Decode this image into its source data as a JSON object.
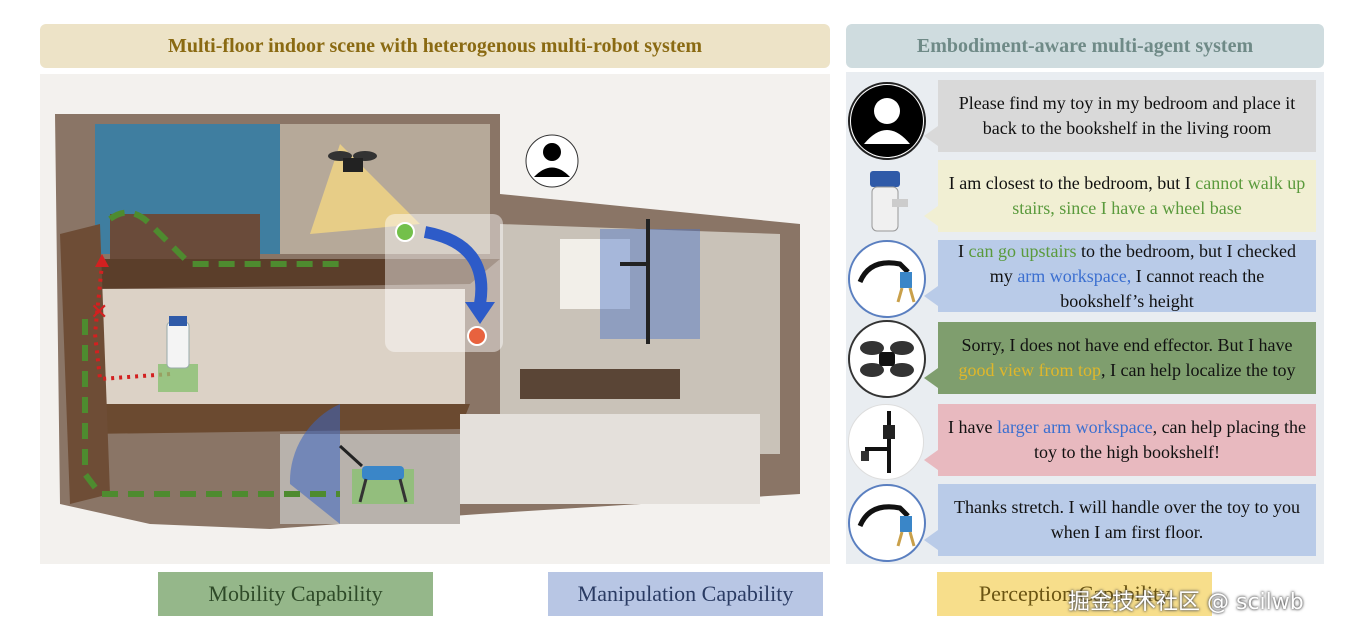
{
  "headers": {
    "left": "Multi-floor indoor scene with heterogenous multi-robot system",
    "right": "Embodiment-aware multi-agent system"
  },
  "messages": [
    {
      "speaker_icon": "user-icon",
      "bg": "#d9d9d9",
      "parts": [
        {
          "t": "Please find my toy in my bedroom and place it back to the bookshelf in the living room",
          "c": ""
        }
      ]
    },
    {
      "speaker_icon": "mobile-manipulator-robot-icon",
      "bg": "#f1efd3",
      "parts": [
        {
          "t": "I am closest to the bedroom, but I ",
          "c": ""
        },
        {
          "t": "cannot walk up stairs, since I have a wheel base",
          "c": "green"
        }
      ]
    },
    {
      "speaker_icon": "quadruped-arm-robot-icon",
      "bg": "#b9cbe8",
      "parts": [
        {
          "t": "I ",
          "c": ""
        },
        {
          "t": "can go upstairs",
          "c": "green"
        },
        {
          "t": " to the bedroom, but I checked my ",
          "c": ""
        },
        {
          "t": "arm workspace,",
          "c": "blue"
        },
        {
          "t": " I cannot reach the bookshelf’s height",
          "c": ""
        }
      ]
    },
    {
      "speaker_icon": "drone-icon",
      "bg": "#7f9e6e",
      "parts": [
        {
          "t": "Sorry, I does not have end effector. But I have ",
          "c": ""
        },
        {
          "t": "good view from top",
          "c": "yellow"
        },
        {
          "t": ", I can help localize the toy",
          "c": ""
        }
      ]
    },
    {
      "speaker_icon": "stretch-robot-icon",
      "bg": "#e8b9bf",
      "parts": [
        {
          "t": "I have ",
          "c": ""
        },
        {
          "t": "larger arm workspace",
          "c": "blue"
        },
        {
          "t": ", can help placing the toy to the high bookshelf!",
          "c": ""
        }
      ]
    },
    {
      "speaker_icon": "quadruped-arm-robot-icon",
      "bg": "#b9cbe8",
      "parts": [
        {
          "t": "Thanks stretch. I will handle over the toy to you when I am first floor.",
          "c": ""
        }
      ]
    }
  ],
  "capabilities": {
    "mobility": "Mobility Capability",
    "manipulation": "Manipulation Capability",
    "perception": "Perception Capability"
  },
  "colors": {
    "mobility": "#95b78a",
    "manipulation": "#b8c6e4",
    "perception": "#f7de8b",
    "path_green": "#4e8b2f",
    "path_red": "#d32020"
  },
  "watermark": "掘金技术社区 @ scilwb"
}
